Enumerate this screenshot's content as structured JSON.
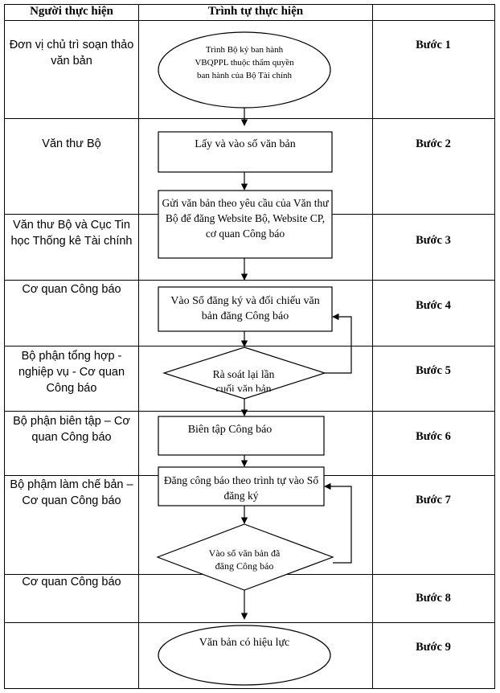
{
  "header": {
    "col_actor": "Người thực hiện",
    "col_sequence": "Trình tự thực hiện",
    "col_step": ""
  },
  "rows": [
    {
      "actor": "Đơn vị chủ trì soạn thảo văn bản",
      "step": "Bước 1"
    },
    {
      "actor": "Văn thư Bộ",
      "step": "Bước 2"
    },
    {
      "actor": "Văn thư Bộ và Cục Tin học Thống kê Tài chính",
      "step": "Bước 3"
    },
    {
      "actor": "Cơ quan Công báo",
      "step": "Bước 4"
    },
    {
      "actor": "Bộ phận tổng hợp - nghiệp vụ - Cơ quan Công báo",
      "step": "Bước 5"
    },
    {
      "actor": "Bộ phận biên tập – Cơ quan Công báo",
      "step": "Bước 6"
    },
    {
      "actor": "Bộ phậm làm chế bản – Cơ quan Công báo",
      "step": "Bước 7"
    },
    {
      "actor": "Cơ quan Công báo",
      "step": "Bước 8"
    },
    {
      "actor": "",
      "step": "Bước 9"
    }
  ],
  "nodes": {
    "start": "Trình Bộ ký ban hành VBQPPL thuộc thẩm quyền ban hành của Bộ Tài chính",
    "receive": "Lấy và vào số văn bản",
    "send": "Gửi văn bản theo yêu cầu của Văn thư Bộ để đăng Website Bộ, Website CP, cơ quan Công báo",
    "register": "Vào Sổ đăng ký và đối chiếu văn bản đăng Công báo",
    "review": "Rà soát lại lần cuối văn bản",
    "edit": "Biên tập Công báo",
    "publish": "Đăng công báo theo trình tự vào Sổ đăng ký",
    "check": "Vào sổ văn bản đã đăng Công báo",
    "end": "Văn bản có hiệu lực"
  }
}
